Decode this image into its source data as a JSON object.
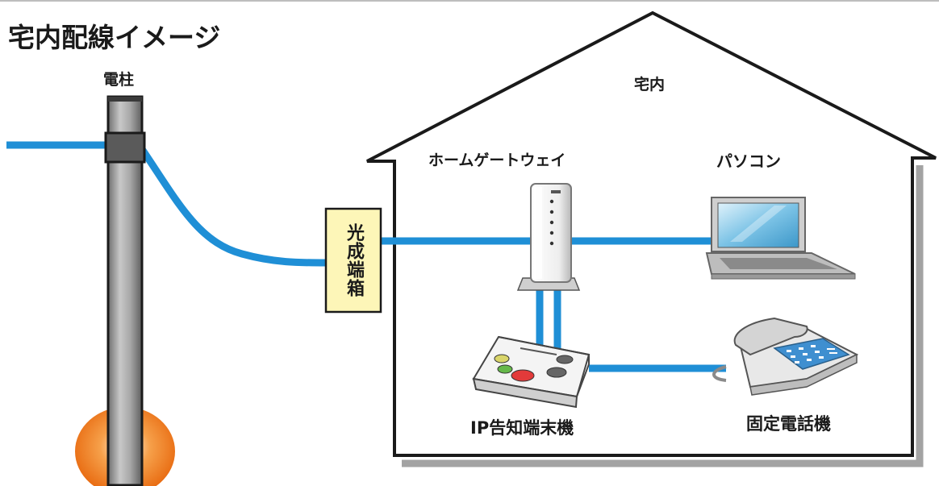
{
  "title": "宅内配線イメージ",
  "labels": {
    "pole": "電柱",
    "house": "宅内",
    "gateway": "ホームゲートウェイ",
    "pc": "パソコン",
    "optical_box": "光成端箱",
    "ip_terminal": "IP告知端末機",
    "phone": "固定電話機"
  },
  "colors": {
    "cable": "#1f8fd6",
    "pole_body": "#9a9a9a",
    "pole_band": "#555555",
    "house_outline": "#1a1a1a",
    "house_shadow": "#9a9a9a",
    "optical_box_fill": "#fdf6b8",
    "pole_base_glow": "#f07a1a"
  },
  "icons": [
    "utility-pole",
    "optical-termination-box",
    "home-gateway-router",
    "laptop-computer",
    "ip-notification-terminal",
    "landline-telephone"
  ]
}
